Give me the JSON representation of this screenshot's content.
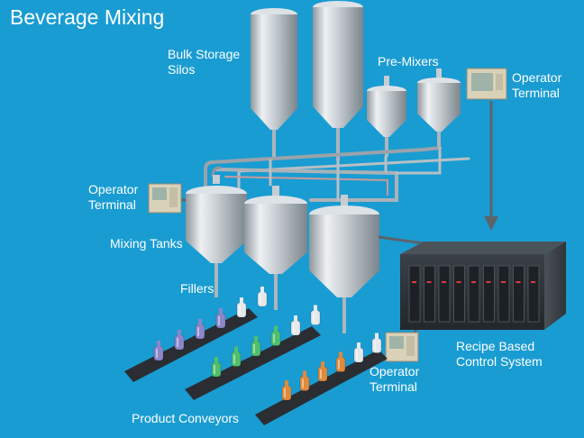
{
  "title": "Beverage Mixing",
  "labels": {
    "bulk_storage": "Bulk Storage\nSilos",
    "pre_mixers": "Pre-Mixers",
    "operator_top": "Operator\nTerminal",
    "operator_left": "Operator\nTerminal",
    "mixing_tanks": "Mixing Tanks",
    "fillers": "Fillers",
    "recipe_control": "Recipe Based\nControl System",
    "operator_bottom": "Operator\nTerminal",
    "product_conveyors": "Product Conveyors"
  },
  "colors": {
    "background": "#199cd2",
    "steel": "#cfd5da",
    "conveyor": "#2a2e33",
    "cabinet": "#2b3036",
    "indicator": "#e23b3b",
    "bottle_purple": "#8c86c9",
    "bottle_green": "#4fbf6c",
    "bottle_orange": "#e08a3c",
    "bottle_white": "#e6e8ea"
  }
}
